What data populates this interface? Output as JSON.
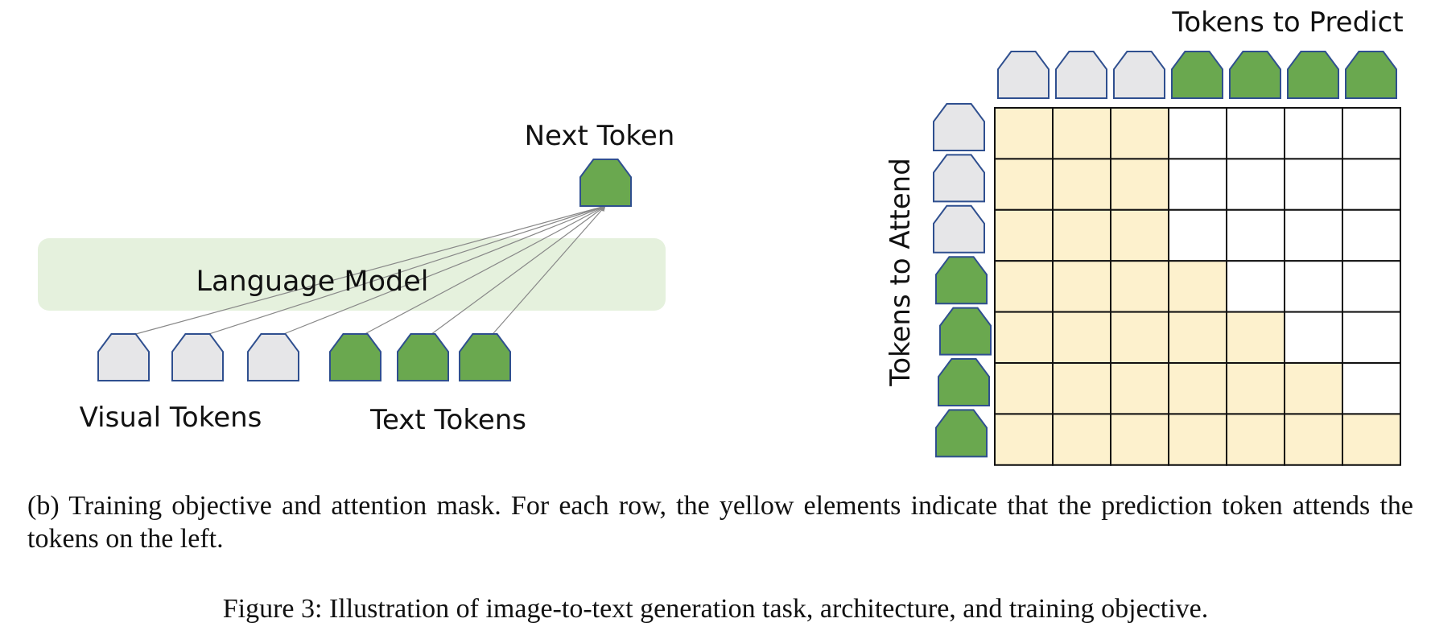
{
  "colors": {
    "visual_token_fill": "#e6e6e8",
    "text_token_fill": "#6aa84f",
    "token_stroke": "#2f4f8f",
    "lm_box_fill": "#e5f1dd",
    "attend_cell": "#fdf1cd",
    "empty_cell": "#ffffff",
    "grid_stroke": "#111111",
    "arrow_stroke": "#888888"
  },
  "left_diagram": {
    "next_token_label": "Next Token",
    "language_model_label": "Language Model",
    "visual_tokens_label": "Visual Tokens",
    "text_tokens_label": "Text Tokens",
    "input_tokens": [
      "visual",
      "visual",
      "visual",
      "text",
      "text",
      "text"
    ],
    "next_token": "text"
  },
  "mask_diagram": {
    "top_label": "Tokens to Predict",
    "side_label": "Tokens to Attend",
    "column_tokens": [
      "visual",
      "visual",
      "visual",
      "text",
      "text",
      "text",
      "text"
    ],
    "row_tokens": [
      "visual",
      "visual",
      "visual",
      "text",
      "text",
      "text",
      "text"
    ],
    "mask": [
      [
        1,
        1,
        1,
        0,
        0,
        0,
        0
      ],
      [
        1,
        1,
        1,
        0,
        0,
        0,
        0
      ],
      [
        1,
        1,
        1,
        0,
        0,
        0,
        0
      ],
      [
        1,
        1,
        1,
        1,
        0,
        0,
        0
      ],
      [
        1,
        1,
        1,
        1,
        1,
        0,
        0
      ],
      [
        1,
        1,
        1,
        1,
        1,
        1,
        0
      ],
      [
        1,
        1,
        1,
        1,
        1,
        1,
        1
      ]
    ]
  },
  "captions": {
    "subfigure": "(b) Training objective and attention mask.  For each row, the yellow elements indicate that the prediction token attends the tokens on the left.",
    "figure": "Figure 3: Illustration of image-to-text generation task, architecture, and training objective."
  }
}
